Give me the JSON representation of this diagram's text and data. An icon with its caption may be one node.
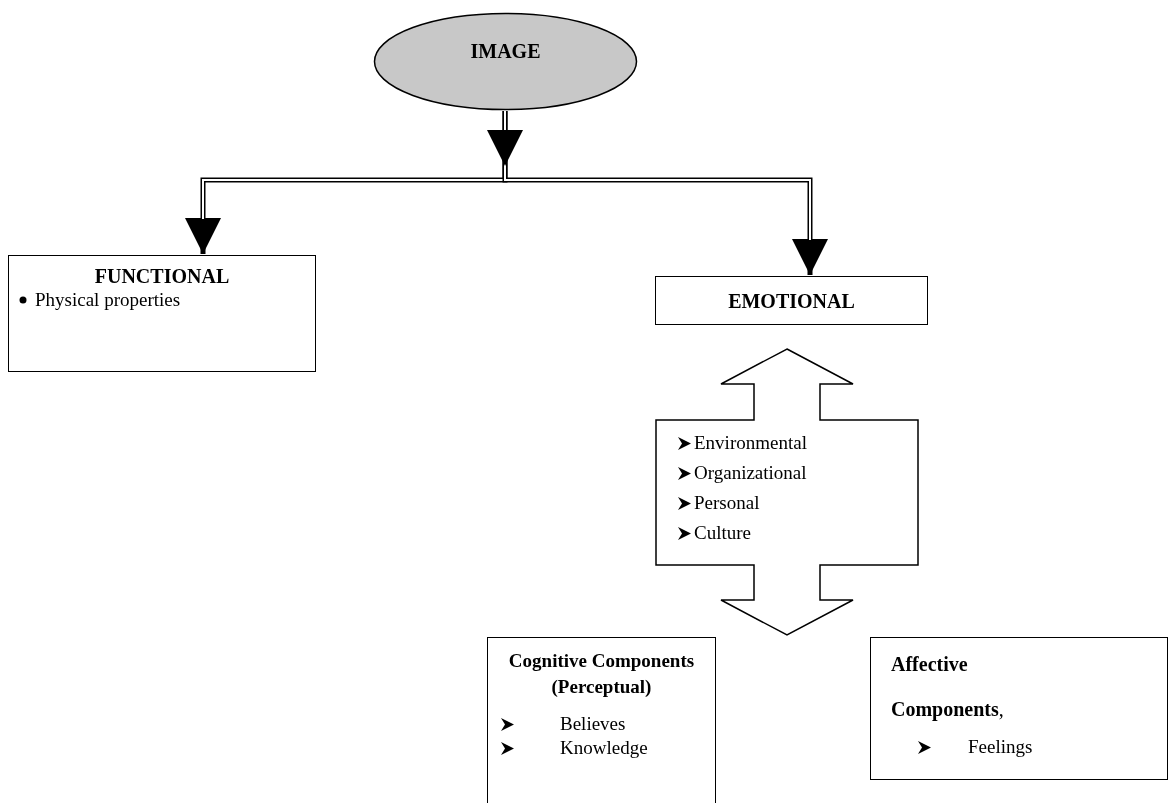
{
  "diagram": {
    "nodes": [
      {
        "text": [
          "IMAGE"
        ]
      },
      {
        "text": [
          "FUNCTIONAL",
          "Physical properties"
        ]
      },
      {
        "text": [
          "EMOTIONAL"
        ]
      },
      {
        "text": [
          "Environmental",
          "Organizational",
          "Personal",
          "Culture"
        ]
      },
      {
        "text": [
          "Cognitive Components (Perceptual)",
          "Believes",
          "Knowledge"
        ]
      },
      {
        "text": [
          "**Affective Components**,",
          "Feelings"
        ]
      }
    ],
    "edges": [
      {
        "from": 0,
        "to": 1,
        "arrow": "to"
      },
      {
        "from": 0,
        "to": 2,
        "arrow": "to"
      }
    ]
  }
}
